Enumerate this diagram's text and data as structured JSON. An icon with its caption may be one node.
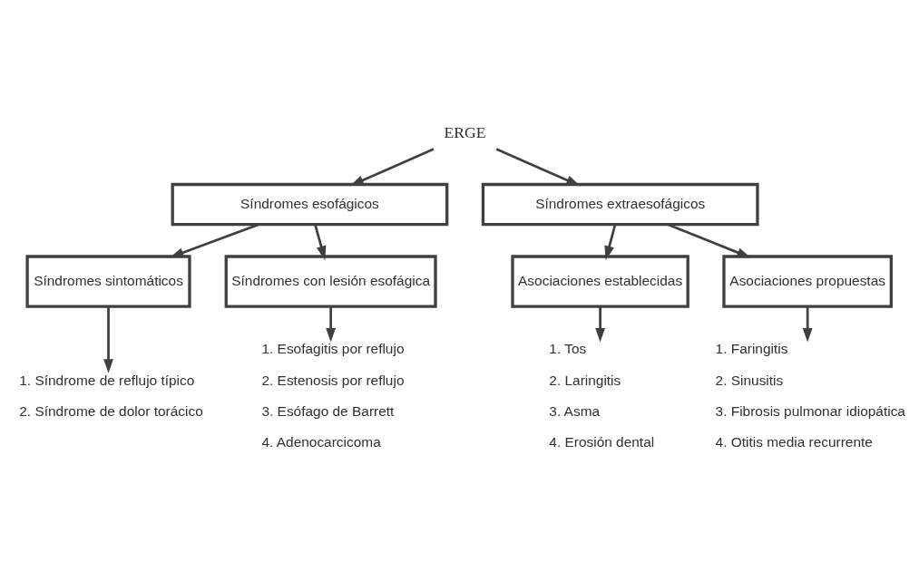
{
  "diagram": {
    "nodes": [
      {
        "text": [
          "ERGE"
        ]
      },
      {
        "text": [
          "Síndromes esofágicos"
        ]
      },
      {
        "text": [
          "Síndromes extraesofágicos"
        ]
      },
      {
        "text": [
          "Síndromes sintomáticos"
        ]
      },
      {
        "text": [
          "Síndromes con lesión esofágica"
        ]
      },
      {
        "text": [
          "Asociaciones establecidas"
        ]
      },
      {
        "text": [
          "Asociaciones propuestas"
        ]
      },
      {
        "text": [
          "1. Síndrome de reflujo típico",
          "2. Síndrome de dolor torácico"
        ]
      },
      {
        "text": [
          "1. Esofagitis por reflujo",
          "2. Estenosis por reflujo",
          "3. Esófago de Barrett",
          "4. Adenocarcicoma"
        ]
      },
      {
        "text": [
          "1. Tos",
          "2. Laringitis",
          "3. Asma",
          "4. Erosión dental"
        ]
      },
      {
        "text": [
          "1. Faringitis",
          "2. Sinusitis",
          "3. Fibrosis pulmonar idiopática",
          "4. Otitis media recurrente"
        ]
      }
    ],
    "edges": [
      {
        "from": 0,
        "to": 1,
        "arrow": "to"
      },
      {
        "from": 0,
        "to": 2,
        "arrow": "to"
      },
      {
        "from": 1,
        "to": 3,
        "arrow": "to"
      },
      {
        "from": 1,
        "to": 4,
        "arrow": "to"
      },
      {
        "from": 2,
        "to": 5,
        "arrow": "to"
      },
      {
        "from": 2,
        "to": 6,
        "arrow": "to"
      },
      {
        "from": 3,
        "to": 7,
        "arrow": "to"
      },
      {
        "from": 4,
        "to": 8,
        "arrow": "to"
      },
      {
        "from": 5,
        "to": 9,
        "arrow": "to"
      },
      {
        "from": 6,
        "to": 10,
        "arrow": "to"
      }
    ]
  }
}
